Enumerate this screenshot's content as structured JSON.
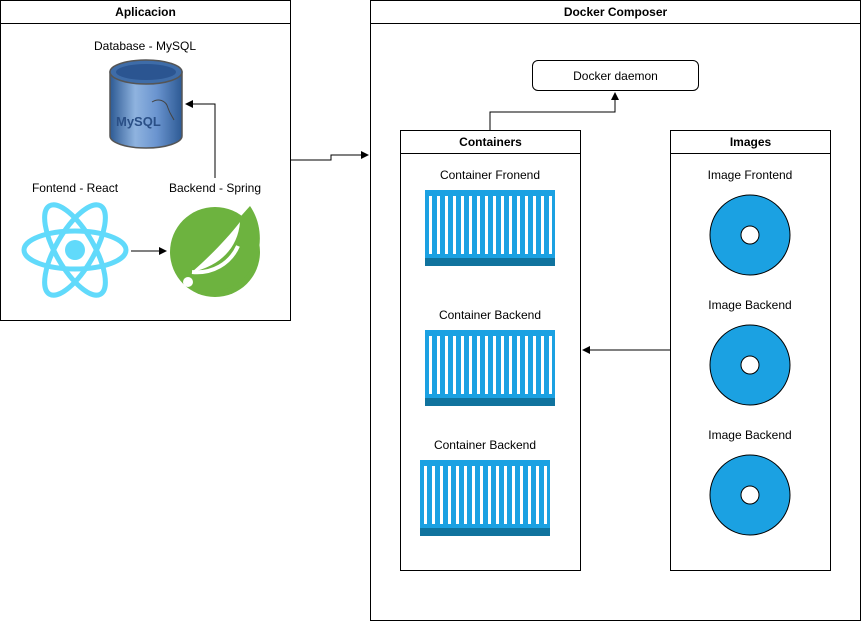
{
  "aplicacion": {
    "title": "Aplicacion",
    "database_label": "Database - MySQL",
    "frontend_label": "Fontend - React",
    "backend_label": "Backend - Spring",
    "mysql_logo_text": "MySQL"
  },
  "docker": {
    "title": "Docker Composer",
    "daemon_label": "Docker daemon",
    "containers": {
      "title": "Containers",
      "items": [
        "Container Fronend",
        "Container Backend",
        "Container Backend"
      ]
    },
    "images": {
      "title": "Images",
      "items": [
        "Image Frontend",
        "Image Backend",
        "Image Backend"
      ]
    }
  },
  "colors": {
    "container_blue": "#1ba1e2",
    "container_dark": "#10739e",
    "disk_blue": "#1ba1e2",
    "react_blue": "#61dafb",
    "spring_green": "#6db33f",
    "mysql_blue": "#3e6ca8"
  }
}
